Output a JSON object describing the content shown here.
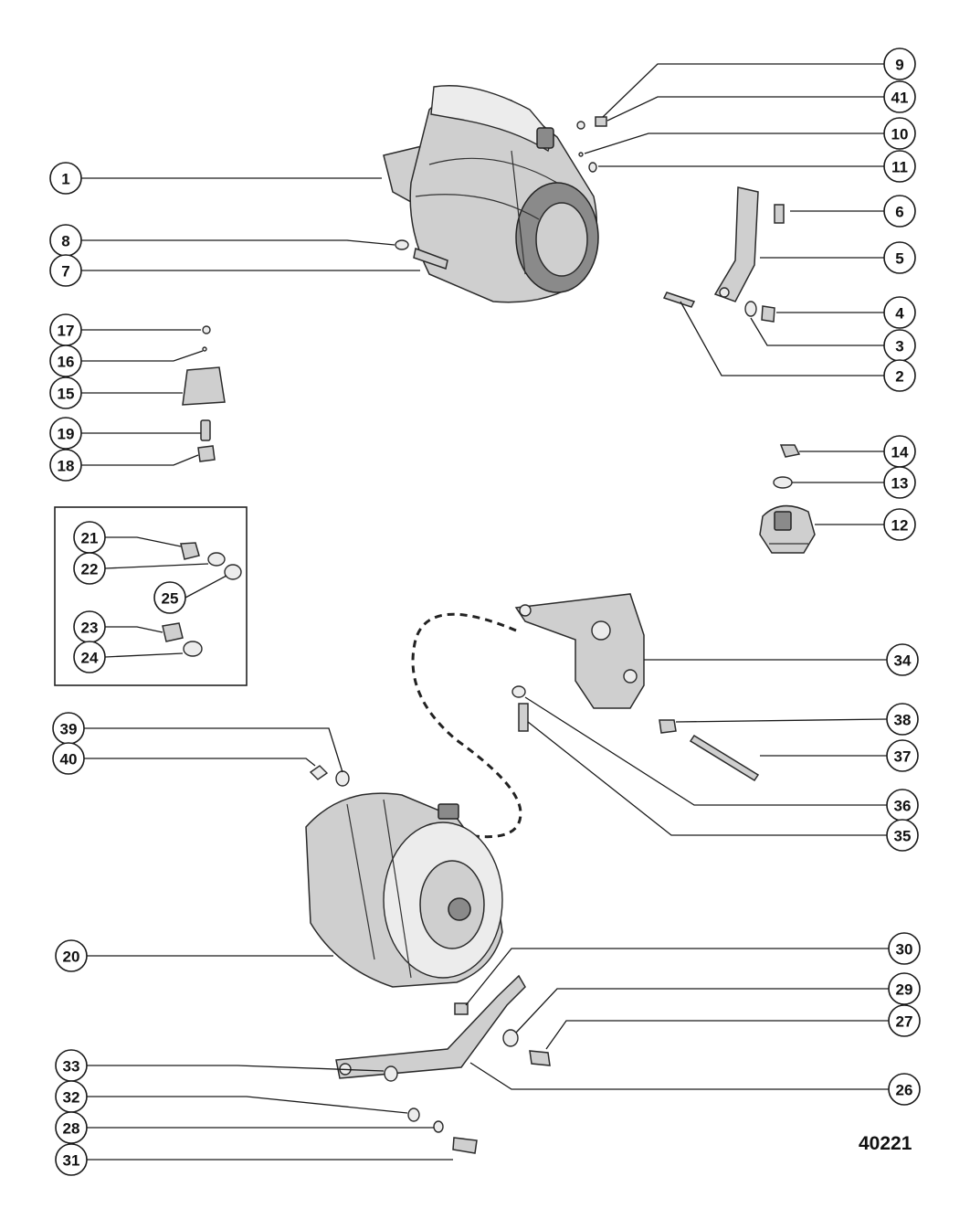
{
  "figure_number": "40221",
  "callouts": [
    {
      "label": "9",
      "side": "right"
    },
    {
      "label": "41",
      "side": "right"
    },
    {
      "label": "10",
      "side": "right"
    },
    {
      "label": "11",
      "side": "right"
    },
    {
      "label": "1",
      "side": "left"
    },
    {
      "label": "6",
      "side": "right"
    },
    {
      "label": "8",
      "side": "left"
    },
    {
      "label": "5",
      "side": "right"
    },
    {
      "label": "7",
      "side": "left"
    },
    {
      "label": "4",
      "side": "right"
    },
    {
      "label": "3",
      "side": "right"
    },
    {
      "label": "2",
      "side": "right"
    },
    {
      "label": "17",
      "side": "left"
    },
    {
      "label": "16",
      "side": "left"
    },
    {
      "label": "15",
      "side": "left"
    },
    {
      "label": "19",
      "side": "left"
    },
    {
      "label": "18",
      "side": "left"
    },
    {
      "label": "14",
      "side": "right"
    },
    {
      "label": "13",
      "side": "right"
    },
    {
      "label": "12",
      "side": "right"
    },
    {
      "label": "21",
      "side": "inset"
    },
    {
      "label": "22",
      "side": "inset"
    },
    {
      "label": "25",
      "side": "inset"
    },
    {
      "label": "23",
      "side": "inset"
    },
    {
      "label": "24",
      "side": "inset"
    },
    {
      "label": "34",
      "side": "right"
    },
    {
      "label": "38",
      "side": "right"
    },
    {
      "label": "37",
      "side": "right"
    },
    {
      "label": "39",
      "side": "left"
    },
    {
      "label": "40",
      "side": "left"
    },
    {
      "label": "36",
      "side": "right"
    },
    {
      "label": "35",
      "side": "right"
    },
    {
      "label": "20",
      "side": "left"
    },
    {
      "label": "30",
      "side": "right"
    },
    {
      "label": "29",
      "side": "right"
    },
    {
      "label": "27",
      "side": "right"
    },
    {
      "label": "26",
      "side": "right"
    },
    {
      "label": "33",
      "side": "left"
    },
    {
      "label": "32",
      "side": "left"
    },
    {
      "label": "28",
      "side": "left"
    },
    {
      "label": "31",
      "side": "left"
    }
  ]
}
